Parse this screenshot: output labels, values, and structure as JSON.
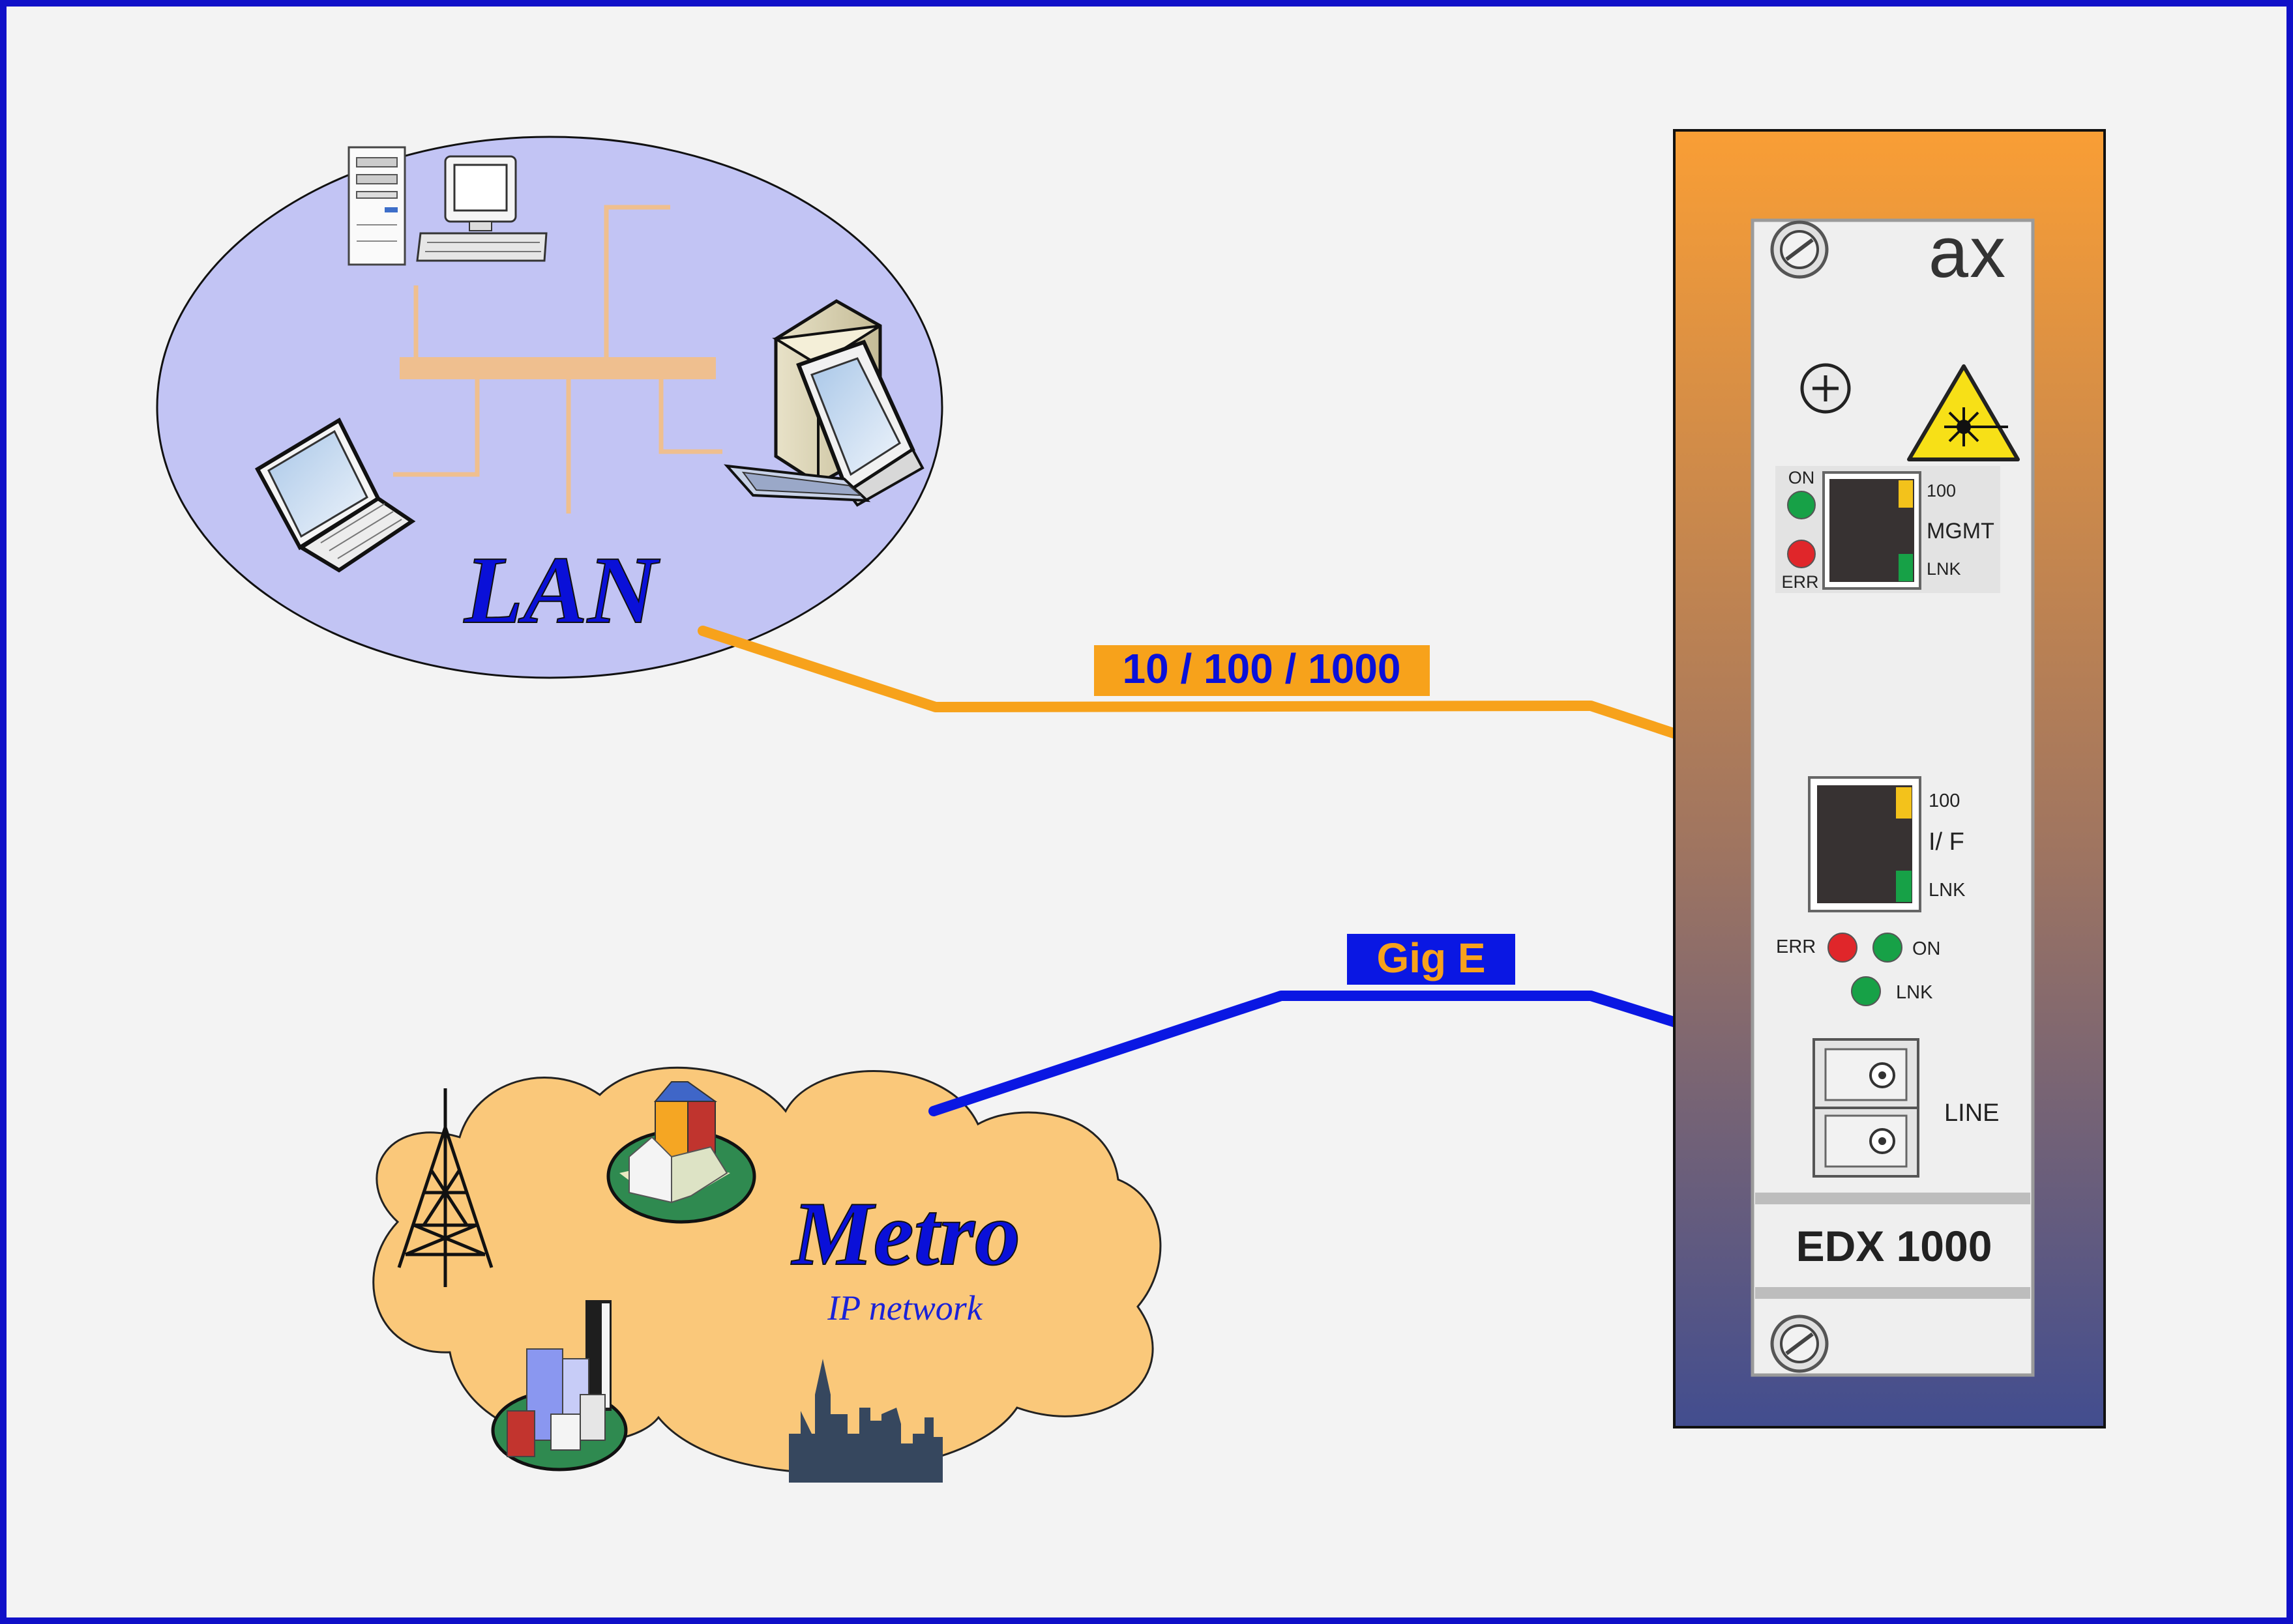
{
  "lan": {
    "label": "LAN"
  },
  "metro": {
    "label": "Metro",
    "sublabel": "IP network"
  },
  "links": {
    "ethernet": {
      "label": "10 / 100 / 1000",
      "color": "#F7A21B"
    },
    "gige": {
      "label": "Gig E",
      "color": "#0A17E3"
    }
  },
  "device": {
    "logo": "ax",
    "model": "EDX 1000",
    "mgmt_port": {
      "speed_label": "100",
      "name": "MGMT",
      "link_label": "LNK",
      "on_label": "ON",
      "err_label": "ERR"
    },
    "if_port": {
      "speed_label": "100",
      "name": "I/ F",
      "link_label": "LNK"
    },
    "status_leds": {
      "err_label": "ERR",
      "on_label": "ON",
      "lnk_label": "LNK"
    },
    "line_port": {
      "name": "LINE"
    }
  },
  "colors": {
    "frame_border": "#1010C8",
    "background": "#F3F3F3",
    "lan_fill": "#C2C4F4",
    "metro_fill": "#FAC87A",
    "chassis_top": "#F99E35",
    "chassis_bottom": "#424D8F",
    "led_green": "#17A147",
    "led_red": "#E0262A",
    "led_yellow": "#F3C21B",
    "label_blue": "#0A10D8"
  },
  "icons": [
    "tower-pc-icon",
    "desktop-computer-icon",
    "laptop-icon",
    "workstation-icon",
    "radio-tower-icon",
    "church-icon",
    "office-buildings-icon",
    "city-skyline-icon",
    "laser-warning-icon",
    "screw-icon"
  ]
}
